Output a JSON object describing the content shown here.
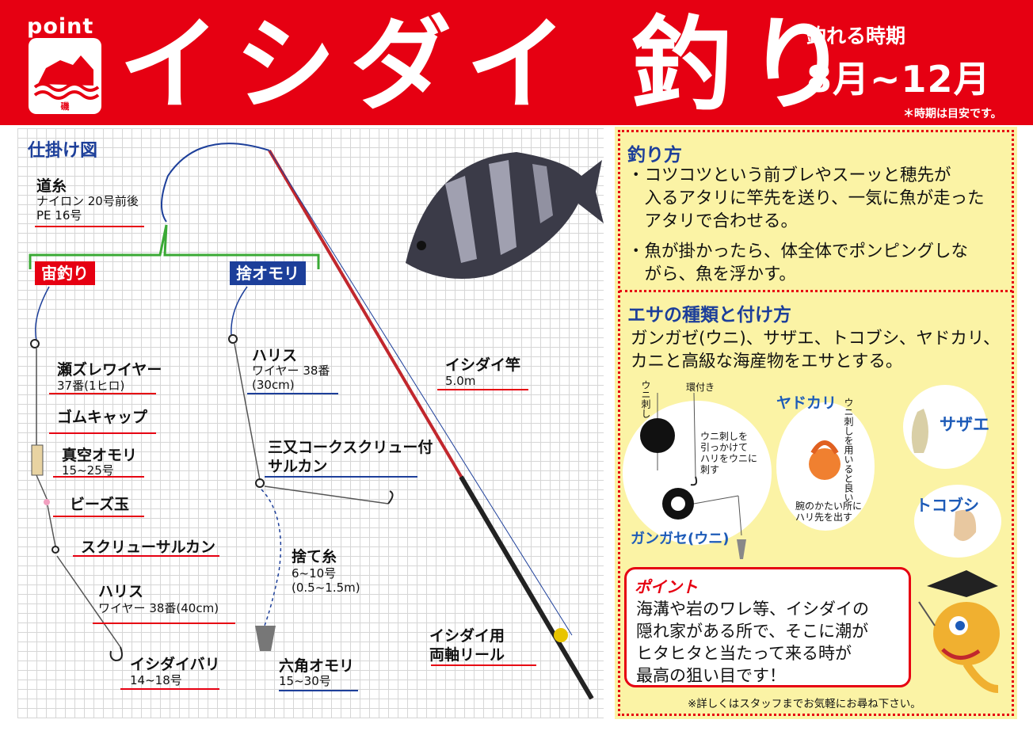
{
  "header": {
    "brand": "point",
    "logo_label": "磯",
    "title": "イシダイ 釣り",
    "season_label": "釣れる時期",
    "season_value": "8月~12月",
    "season_note": "＊時期は目安です。"
  },
  "rig": {
    "section_title": "仕掛け図",
    "main_line": {
      "name": "道糸",
      "spec1": "ナイロン 20号前後",
      "spec2": "PE 16号"
    },
    "tag_left": "宙釣り",
    "tag_right": "捨オモリ",
    "left_items": [
      {
        "name": "瀬ズレワイヤー",
        "spec": "37番(1ヒロ)"
      },
      {
        "name": "ゴムキャップ",
        "spec": ""
      },
      {
        "name": "真空オモリ",
        "spec": "15~25号"
      },
      {
        "name": "ビーズ玉",
        "spec": ""
      },
      {
        "name": "スクリューサルカン",
        "spec": ""
      },
      {
        "name": "ハリス",
        "spec": "ワイヤー 38番(40cm)"
      },
      {
        "name": "イシダイバリ",
        "spec": "14~18号"
      }
    ],
    "right_items": [
      {
        "name": "ハリス",
        "spec1": "ワイヤー 38番",
        "spec2": "(30cm)"
      },
      {
        "name": "三又コークスクリュー付",
        "spec1": "サルカン",
        "spec2": ""
      },
      {
        "name": "捨て糸",
        "spec1": "6~10号",
        "spec2": "(0.5~1.5m)"
      },
      {
        "name": "六角オモリ",
        "spec1": "15~30号",
        "spec2": ""
      }
    ],
    "rod": {
      "name": "イシダイ竿",
      "spec": "5.0m"
    },
    "reel": {
      "name1": "イシダイ用",
      "name2": "両軸リール"
    }
  },
  "howto": {
    "title": "釣り方",
    "bullets": [
      "・コツコツという前ブレやスーッと穂先が",
      "　入るアタリに竿先を送り、一気に魚が走った",
      "　アタリで合わせる。",
      "・魚が掛かったら、体全体でポンピングしな",
      "　がら、魚を浮かす。"
    ]
  },
  "bait": {
    "title": "エサの種類と付け方",
    "desc1": "ガンガゼ(ウニ)、サザエ、トコブシ、ヤドカリ、",
    "desc2": "カニと高級な海産物をエサとする。",
    "uni_sashi": "ウニ刺し",
    "kan_tsuki": "環付き",
    "uni_note": [
      "ウニ刺しを",
      "引っかけて",
      "ハリをウニに",
      "刺す"
    ],
    "gangaze": "ガンガセ(ウニ)",
    "yadokari": "ヤドカリ",
    "yadokari_note_v": "ウニ刺しを用いると良い",
    "yadokari_note": [
      "腕のかたい所に",
      "ハリ先を出す"
    ],
    "sazae": "サザエ",
    "tokobushi": "トコブシ"
  },
  "point": {
    "title": "ポイント",
    "lines": [
      "海溝や岩のワレ等、イシダイの",
      "隠れ家がある所で、そこに潮が",
      "ヒタヒタと当たって来る時が",
      "最高の狙い目です！"
    ]
  },
  "footnote": "※詳しくはスタッフまでお気軽にお尋ね下さい。",
  "colors": {
    "red": "#e60012",
    "blue": "#1d3f9a",
    "yellow": "#fbf3a5",
    "green": "#3aa935"
  }
}
